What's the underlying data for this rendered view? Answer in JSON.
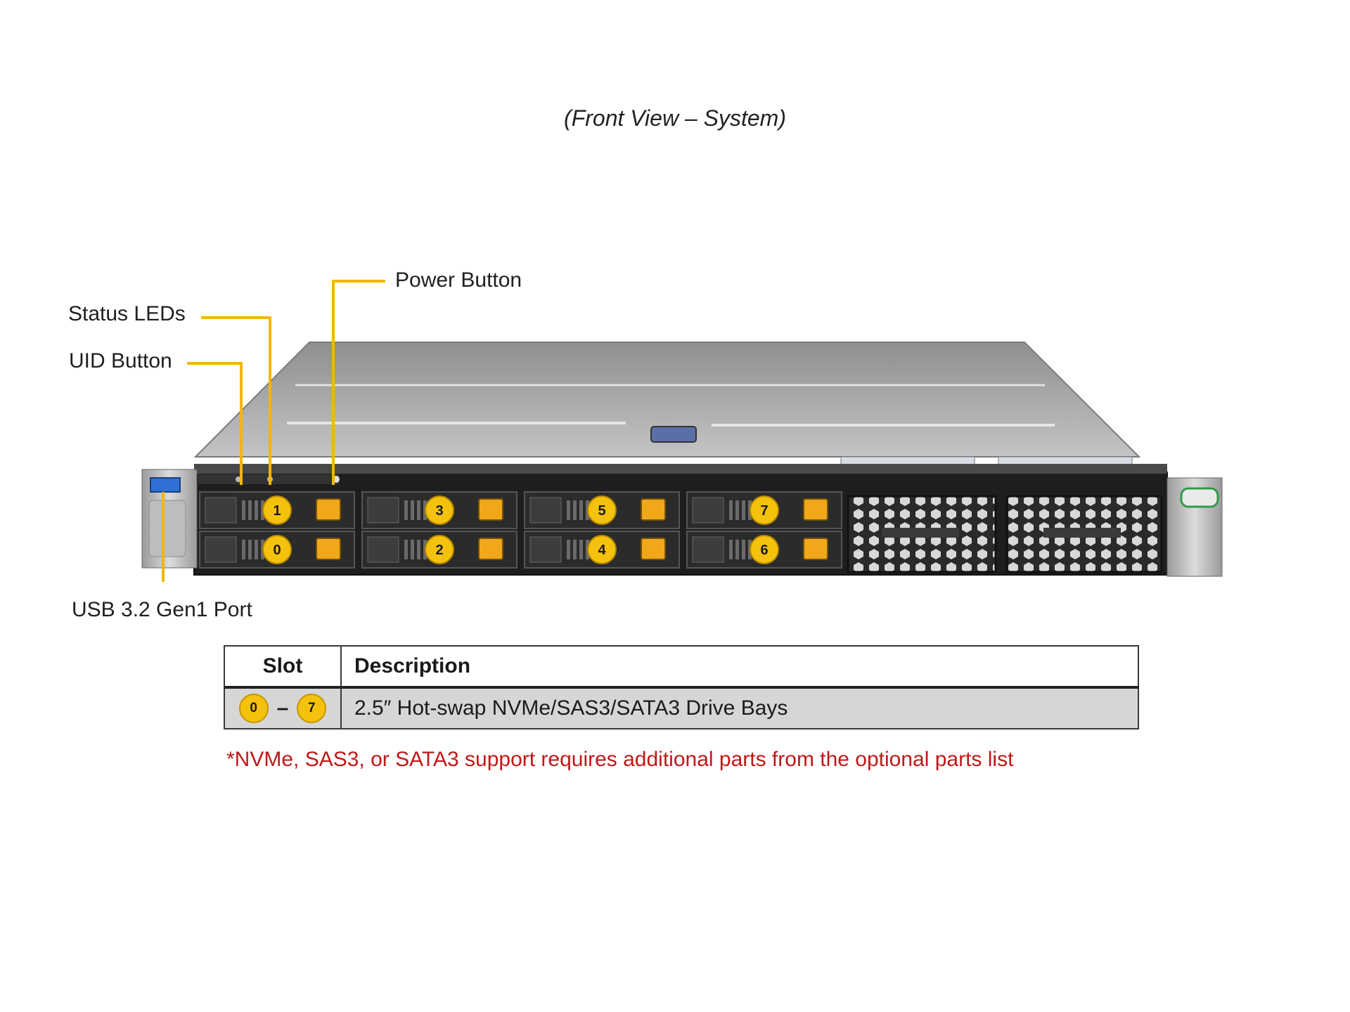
{
  "view_title": "(Front View – System)",
  "callouts": {
    "power_button": "Power Button",
    "status_leds": "Status LEDs",
    "uid_button": "UID Button",
    "usb_port": "USB 3.2 Gen1 Port"
  },
  "drive_bays": [
    "0",
    "1",
    "2",
    "3",
    "4",
    "5",
    "6",
    "7"
  ],
  "table": {
    "headers": {
      "slot": "Slot",
      "description": "Description"
    },
    "rows": [
      {
        "slot_start": "0",
        "slot_separator": "–",
        "slot_end": "7",
        "description": "2.5″ Hot-swap NVMe/SAS3/SATA3 Drive Bays"
      }
    ]
  },
  "footnote": "*NVMe, SAS3, or SATA3 support requires additional parts from the optional parts list",
  "colors": {
    "callout_line": "#f2b705",
    "badge": "#f4c20d",
    "footnote": "#c01818",
    "table_row": "#d6d6d6",
    "chassis_top": "#a8a8a8",
    "front_panel": "#1e1e1e",
    "drive_latch": "#f0a81a"
  }
}
